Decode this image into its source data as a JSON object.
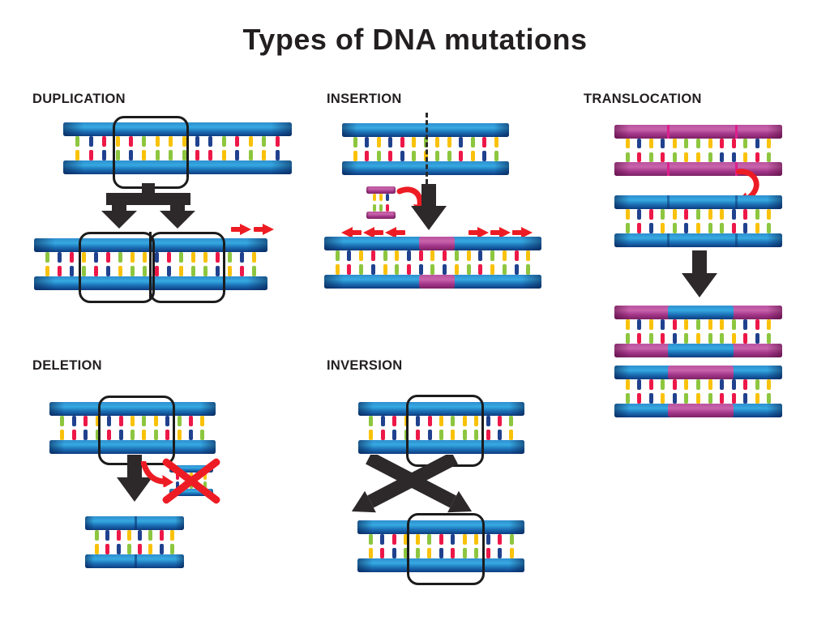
{
  "title": "Types of DNA mutations",
  "palette": {
    "text": "#231f20",
    "outline": "#1c1c1c",
    "arrow_black": "#2d292a",
    "arrow_red": "#ed1c24",
    "bar_blue_light": "#36a9e1",
    "bar_blue_dark": "#0d3c80",
    "bar_magenta_light": "#c863ab",
    "bar_magenta_dark": "#7c2264",
    "rungs": {
      "y": "#f9c20a",
      "g": "#8dc63f",
      "n": "#20418e",
      "r": "#ed1848"
    }
  },
  "panels": {
    "duplication": {
      "label": "DUPLICATION"
    },
    "insertion": {
      "label": "INSERTION"
    },
    "translocation": {
      "label": "TRANSLOCATION"
    },
    "deletion": {
      "label": "DELETION"
    },
    "inversion": {
      "label": "INVERSION"
    }
  },
  "icons": {
    "split_arrow": "black forked arrow pointing to two copies",
    "down_arrow": "thick black downward arrow",
    "crossed_arrows": "two crossed black arrows (inversion)",
    "swap_arrow": "red curved arrow moving segment between chromosomes",
    "curved_arrow": "red curved arrow",
    "red_arrow": "small red direction arrow",
    "red_x": "red cross over removed fragment",
    "dashed_cut_line": "dashed insertion point line",
    "highlight_box": "rounded outline marking affected segment"
  },
  "strands": {
    "dup1": {
      "bar": "blue",
      "rungs": "gy nr rn yg rn gy yg yg yg nr nr gy rn yg gy rn"
    },
    "dup2": {
      "bar": "blue",
      "rungs": "gy nr rn yg nr rn gy yg yg nr rn gy yg yg rn gy nr yg"
    },
    "ins1": {
      "bar": "blue",
      "rungs": "gy nr yg nr rn yg gy yg yg nr gy rn yg"
    },
    "insFrag": {
      "bar": "magenta",
      "rungs": "yg yg nr",
      "barH": 9,
      "rungWidth": 4
    },
    "insResult": {
      "bar": "blue",
      "rungs": "gy nr yg rn gy yg nr rn yg rn gy yg nr gy yg rn yg",
      "segments": [
        {
          "from": 0.435,
          "to": 0.6,
          "color": "magenta"
        }
      ]
    },
    "transPink": {
      "bar": "magenta",
      "rungs": "yg nr yg nr yg gy gy yg rn rn gy nr yg",
      "dividers": [
        0.315,
        0.72
      ],
      "dividerColor": "#dd1f8d"
    },
    "transBlue": {
      "bar": "blue",
      "rungs": "yg nr rn gy yg rn gy yg yg nr rn gy yg",
      "dividers": [
        0.315,
        0.72
      ],
      "dividerColor": "rgba(10,50,110,0.5)"
    },
    "transResA": {
      "bar": "magenta",
      "rungs": "yg nr yg nr rn yg gy yg yg gy nr rn yg",
      "segments": [
        {
          "from": 0.32,
          "to": 0.71,
          "color": "blue"
        }
      ]
    },
    "transResB": {
      "bar": "blue",
      "rungs": "yg nr rn gy rn yg gy yg nr nr rn gy yg",
      "segments": [
        {
          "from": 0.32,
          "to": 0.71,
          "color": "magenta"
        }
      ]
    },
    "delStrand": {
      "bar": "blue",
      "rungs": "gy nr rn yg nr rn yg gy yg nr gy rn yg"
    },
    "delFrag": {
      "bar": "blue",
      "rungs": "rn nr yg gy yg",
      "barH": 9,
      "rungWidth": 4
    },
    "delResult": {
      "bar": "blue",
      "rungs": "gy nr rn yg nr gy rn yg",
      "dividers": [
        0.5
      ],
      "dividerColor": "rgba(10,50,110,0.6)"
    },
    "invStrand": {
      "bar": "blue",
      "rungs": "gy nr rn yg nr rn yg gy yg yg nr rn gy"
    },
    "invResult": {
      "bar": "blue",
      "rungs": "gy nr rn yg yg gy rn nr yg yg nr rn gy"
    }
  }
}
